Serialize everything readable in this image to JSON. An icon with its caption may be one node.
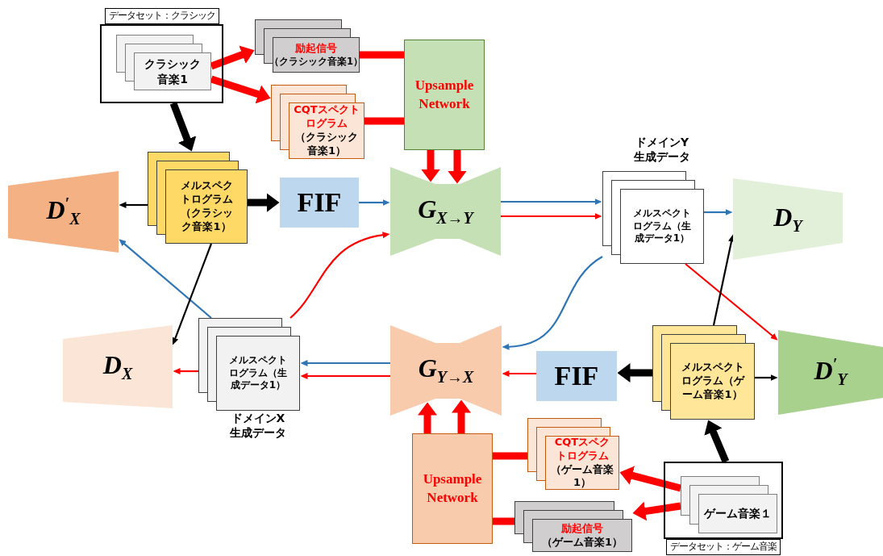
{
  "diagram": {
    "nodes": [
      {
        "text": [
          "データセット：クラシック"
        ]
      },
      {
        "text": [
          "クラシック音楽1"
        ],
        "in": 0
      },
      {
        "text": [
          "励起信号",
          "（クラシック音楽1）"
        ]
      },
      {
        "text": [
          "CQTスペクトログラム",
          "（クラシック音楽1）"
        ]
      },
      {
        "text": [
          "Upsample Network"
        ]
      },
      {
        "text": [
          "メルスペクトログラム（クラシック音楽1）"
        ]
      },
      {
        "text": [
          "D$^{′}$$_{X}$"
        ]
      },
      {
        "text": [
          "FIF"
        ]
      },
      {
        "text": [
          "G$_{X→Y}$"
        ]
      },
      {
        "text": [
          "ドメインY生成データ",
          "メルスペクトログラム（生成データ1）"
        ]
      },
      {
        "text": [
          "D$_{Y}$"
        ]
      },
      {
        "text": [
          "D$_{X}$"
        ]
      },
      {
        "text": [
          "メルスペクトログラム（生成データ1）",
          "ドメインX生成データ"
        ]
      },
      {
        "text": [
          "G$_{Y→X}$"
        ]
      },
      {
        "text": [
          "FIF"
        ]
      },
      {
        "text": [
          "メルスペクトログラム（ゲーム音楽1）"
        ]
      },
      {
        "text": [
          "D$^{′}$$_{Y}$"
        ]
      },
      {
        "text": [
          "Upsample Network"
        ]
      },
      {
        "text": [
          "CQTスペクトログラム",
          "（ゲーム音楽1）"
        ]
      },
      {
        "text": [
          "励起信号",
          "（ゲーム音楽1）"
        ]
      },
      {
        "text": [
          "データセット：ゲーム音楽"
        ]
      },
      {
        "text": [
          "ゲーム音楽１"
        ],
        "in": 20
      }
    ],
    "edges": [
      {
        "from": 1,
        "to": 2,
        "arrow": "to",
        "style": "thick"
      },
      {
        "from": 1,
        "to": 3,
        "arrow": "to",
        "style": "thick"
      },
      {
        "from": 0,
        "to": 5,
        "arrow": "to",
        "style": "thick",
        "color": "#000000"
      },
      {
        "from": 2,
        "to": 4,
        "arrow": "none",
        "style": "thick"
      },
      {
        "from": 3,
        "to": 4,
        "arrow": "none",
        "style": "thick"
      },
      {
        "from": 4,
        "to": 8,
        "arrow": "to",
        "style": "thick"
      },
      {
        "from": 4,
        "to": 8,
        "arrow": "to",
        "style": "thick"
      },
      {
        "from": 5,
        "to": 6,
        "arrow": "to",
        "color": "#000000"
      },
      {
        "from": 5,
        "to": 7,
        "arrow": "to",
        "style": "thick",
        "color": "#000000"
      },
      {
        "from": 7,
        "to": 8,
        "arrow": "to",
        "color": "#2e75b6"
      },
      {
        "from": 8,
        "to": 9,
        "arrow": "to",
        "color": "#2e75b6"
      },
      {
        "from": 8,
        "to": 9,
        "arrow": "to"
      },
      {
        "from": 9,
        "to": 10,
        "arrow": "to",
        "color": "#2e75b6"
      },
      {
        "from": 12,
        "to": 8,
        "arrow": "to"
      },
      {
        "from": 12,
        "to": 6,
        "arrow": "to",
        "color": "#2e75b6"
      },
      {
        "from": 5,
        "to": 11,
        "arrow": "to",
        "color": "#000000"
      },
      {
        "from": 9,
        "to": 13,
        "arrow": "to",
        "color": "#2e75b6"
      },
      {
        "from": 9,
        "to": 16,
        "arrow": "to"
      },
      {
        "from": 15,
        "to": 10,
        "arrow": "to",
        "color": "#000000"
      },
      {
        "from": 13,
        "to": 12,
        "arrow": "to",
        "color": "#2e75b6"
      },
      {
        "from": 13,
        "to": 12,
        "arrow": "to"
      },
      {
        "from": 12,
        "to": 11,
        "arrow": "to"
      },
      {
        "from": 14,
        "to": 13,
        "arrow": "to"
      },
      {
        "from": 15,
        "to": 14,
        "arrow": "to",
        "style": "thick",
        "color": "#000000"
      },
      {
        "from": 15,
        "to": 16,
        "arrow": "to",
        "color": "#000000"
      },
      {
        "from": 17,
        "to": 13,
        "arrow": "to",
        "style": "thick"
      },
      {
        "from": 17,
        "to": 13,
        "arrow": "to",
        "style": "thick"
      },
      {
        "from": 18,
        "to": 17,
        "arrow": "none",
        "style": "thick"
      },
      {
        "from": 19,
        "to": 17,
        "arrow": "none",
        "style": "thick"
      },
      {
        "from": 21,
        "to": 18,
        "arrow": "to",
        "style": "thick"
      },
      {
        "from": 21,
        "to": 19,
        "arrow": "to",
        "style": "thick"
      },
      {
        "from": 20,
        "to": 15,
        "arrow": "to",
        "style": "thick",
        "color": "#000000"
      }
    ]
  }
}
